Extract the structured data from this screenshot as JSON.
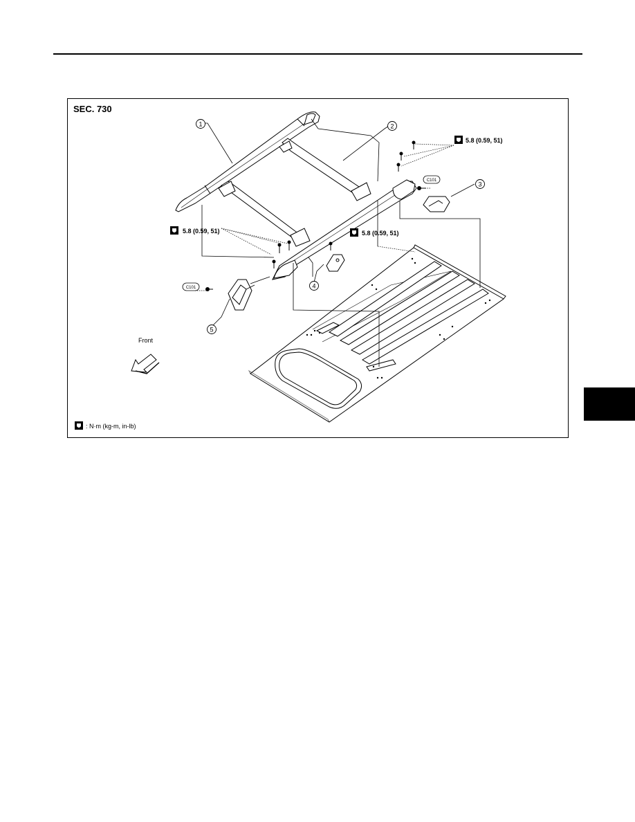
{
  "figure": {
    "section_label": "SEC. 730",
    "torque_values": [
      "5.8 (0.59, 51)",
      "5.8 (0.59, 51)",
      "5.8 (0.59, 51)"
    ],
    "callouts": [
      "1",
      "2",
      "3",
      "4",
      "5"
    ],
    "clip_codes": [
      "C101",
      "C101"
    ],
    "direction_label": "Front",
    "legend_text": ": N·m (kg-m, in-lb)"
  }
}
